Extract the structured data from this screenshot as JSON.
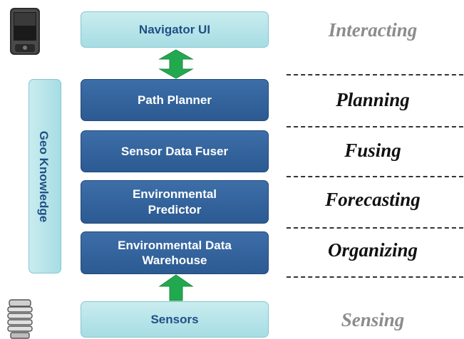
{
  "components": {
    "navigator_ui": "Navigator UI",
    "path_planner": "Path Planner",
    "sensor_data_fuser": "Sensor Data Fuser",
    "environmental_predictor_line1": "Environmental",
    "environmental_predictor_line2": "Predictor",
    "environmental_data_warehouse_line1": "Environmental Data",
    "environmental_data_warehouse_line2": "Warehouse",
    "sensors": "Sensors",
    "geo_knowledge": "Geo Knowledge"
  },
  "stages": {
    "interacting": "Interacting",
    "planning": "Planning",
    "fusing": "Fusing",
    "forecasting": "Forecasting",
    "organizing": "Organizing",
    "sensing": "Sensing"
  },
  "icons": {
    "top_left": "smartphone-icon",
    "bottom_left": "weather-sensor-icon"
  },
  "colors": {
    "light_box": "#a6dde3",
    "dark_box": "#2c5a92",
    "arrow": "#22a94f",
    "stage_grey": "#8c8c8c"
  }
}
